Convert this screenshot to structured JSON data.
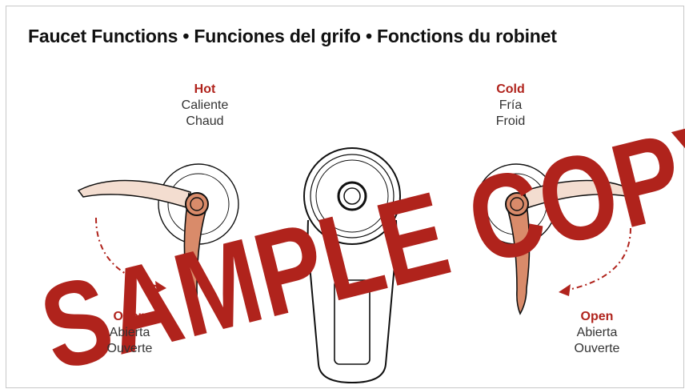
{
  "title": "Faucet Functions • Funciones del grifo •  Fonctions du robinet",
  "labels": {
    "hot": {
      "en": "Hot",
      "es": "Caliente",
      "fr": "Chaud"
    },
    "cold": {
      "en": "Cold",
      "es": "Fría",
      "fr": "Froid"
    },
    "open_left": {
      "en": "Open",
      "es": "Abierta",
      "fr": "Ouverte"
    },
    "open_right": {
      "en": "Open",
      "es": "Abierta",
      "fr": "Ouverte"
    }
  },
  "watermark": "SAMPLE COPY",
  "colors": {
    "accent": "#b0231c",
    "handle_fill": "#d98b6a",
    "handle_light": "#f3ddd0",
    "arrow": "#b0231c",
    "watermark": "#b0231c"
  }
}
